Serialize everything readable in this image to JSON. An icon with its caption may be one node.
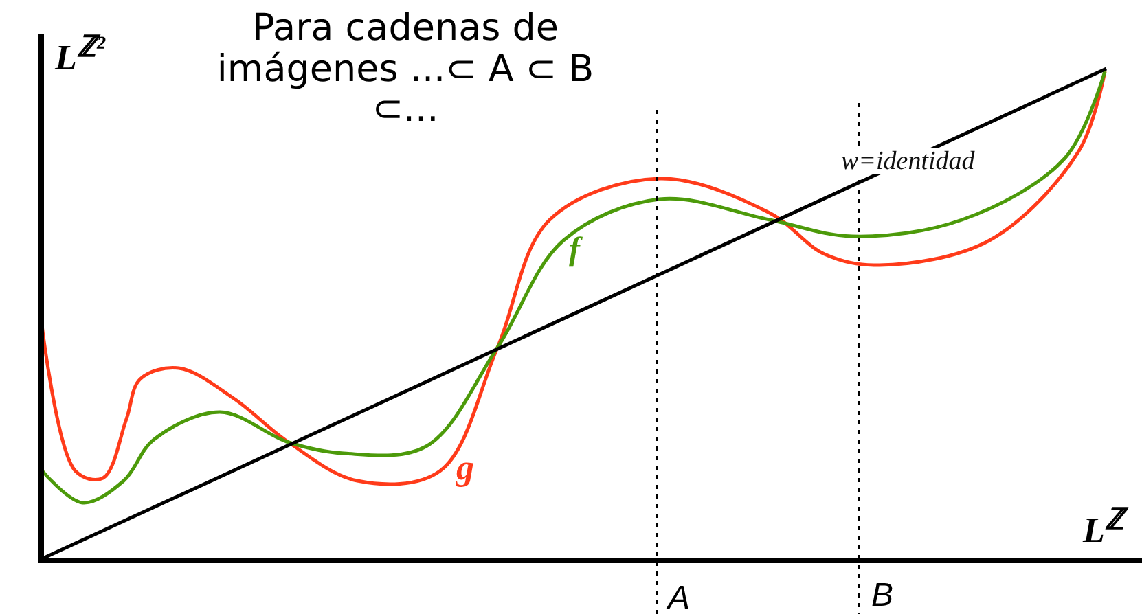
{
  "diagram": {
    "title": "Para cadenas de imágenes ...⊂ A ⊂ B ⊂...",
    "labels": [
      "L$^{ℤ²}$",
      "w=identidad",
      "f",
      "g",
      "L$^{ℤ}$",
      "A",
      "B"
    ]
  }
}
